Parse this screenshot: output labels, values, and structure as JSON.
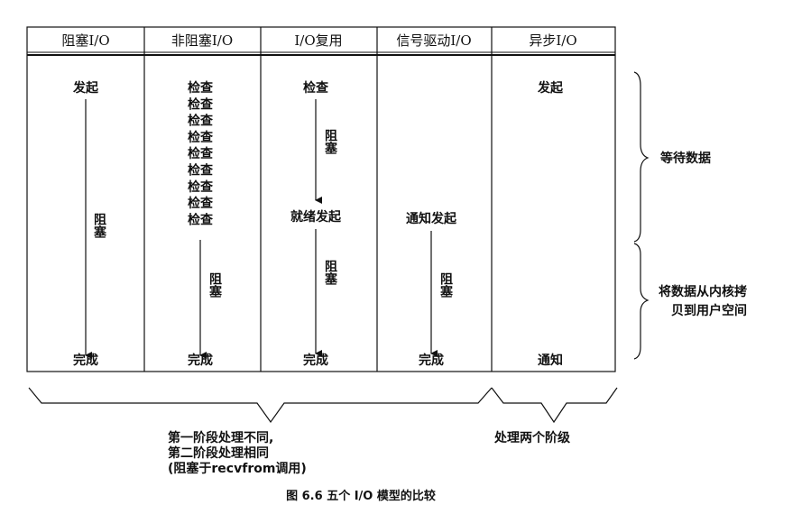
{
  "columns": [
    {
      "header": "阻塞I/O",
      "top": "发起",
      "block": "阻塞",
      "bottom": "完成"
    },
    {
      "header": "非阻塞I/O",
      "checks": [
        "检查",
        "检查",
        "检查",
        "检查",
        "检查",
        "检查",
        "检查",
        "检查",
        "检查"
      ],
      "block": "阻塞",
      "bottom": "完成"
    },
    {
      "header": "I/O复用",
      "top": "检查",
      "block1": "阻塞",
      "middle": "就绪发起",
      "block2": "阻塞",
      "bottom": "完成"
    },
    {
      "header": "信号驱动I/O",
      "middle": "通知发起",
      "block": "阻塞",
      "bottom": "完成"
    },
    {
      "header": "异步I/O",
      "top": "发起",
      "bottom": "通知"
    }
  ],
  "phases": {
    "wait": "等待数据",
    "copy_line1": "将数据从内核拷",
    "copy_line2": "贝到用户空间"
  },
  "groups": {
    "first_line1": "第一阶段处理不同,",
    "first_line2": "第二阶段处理相同",
    "first_line3": "(阻塞于recvfrom调用)",
    "second": "处理两个阶级"
  },
  "caption": "图 6.6  五个 I/O 模型的比较"
}
